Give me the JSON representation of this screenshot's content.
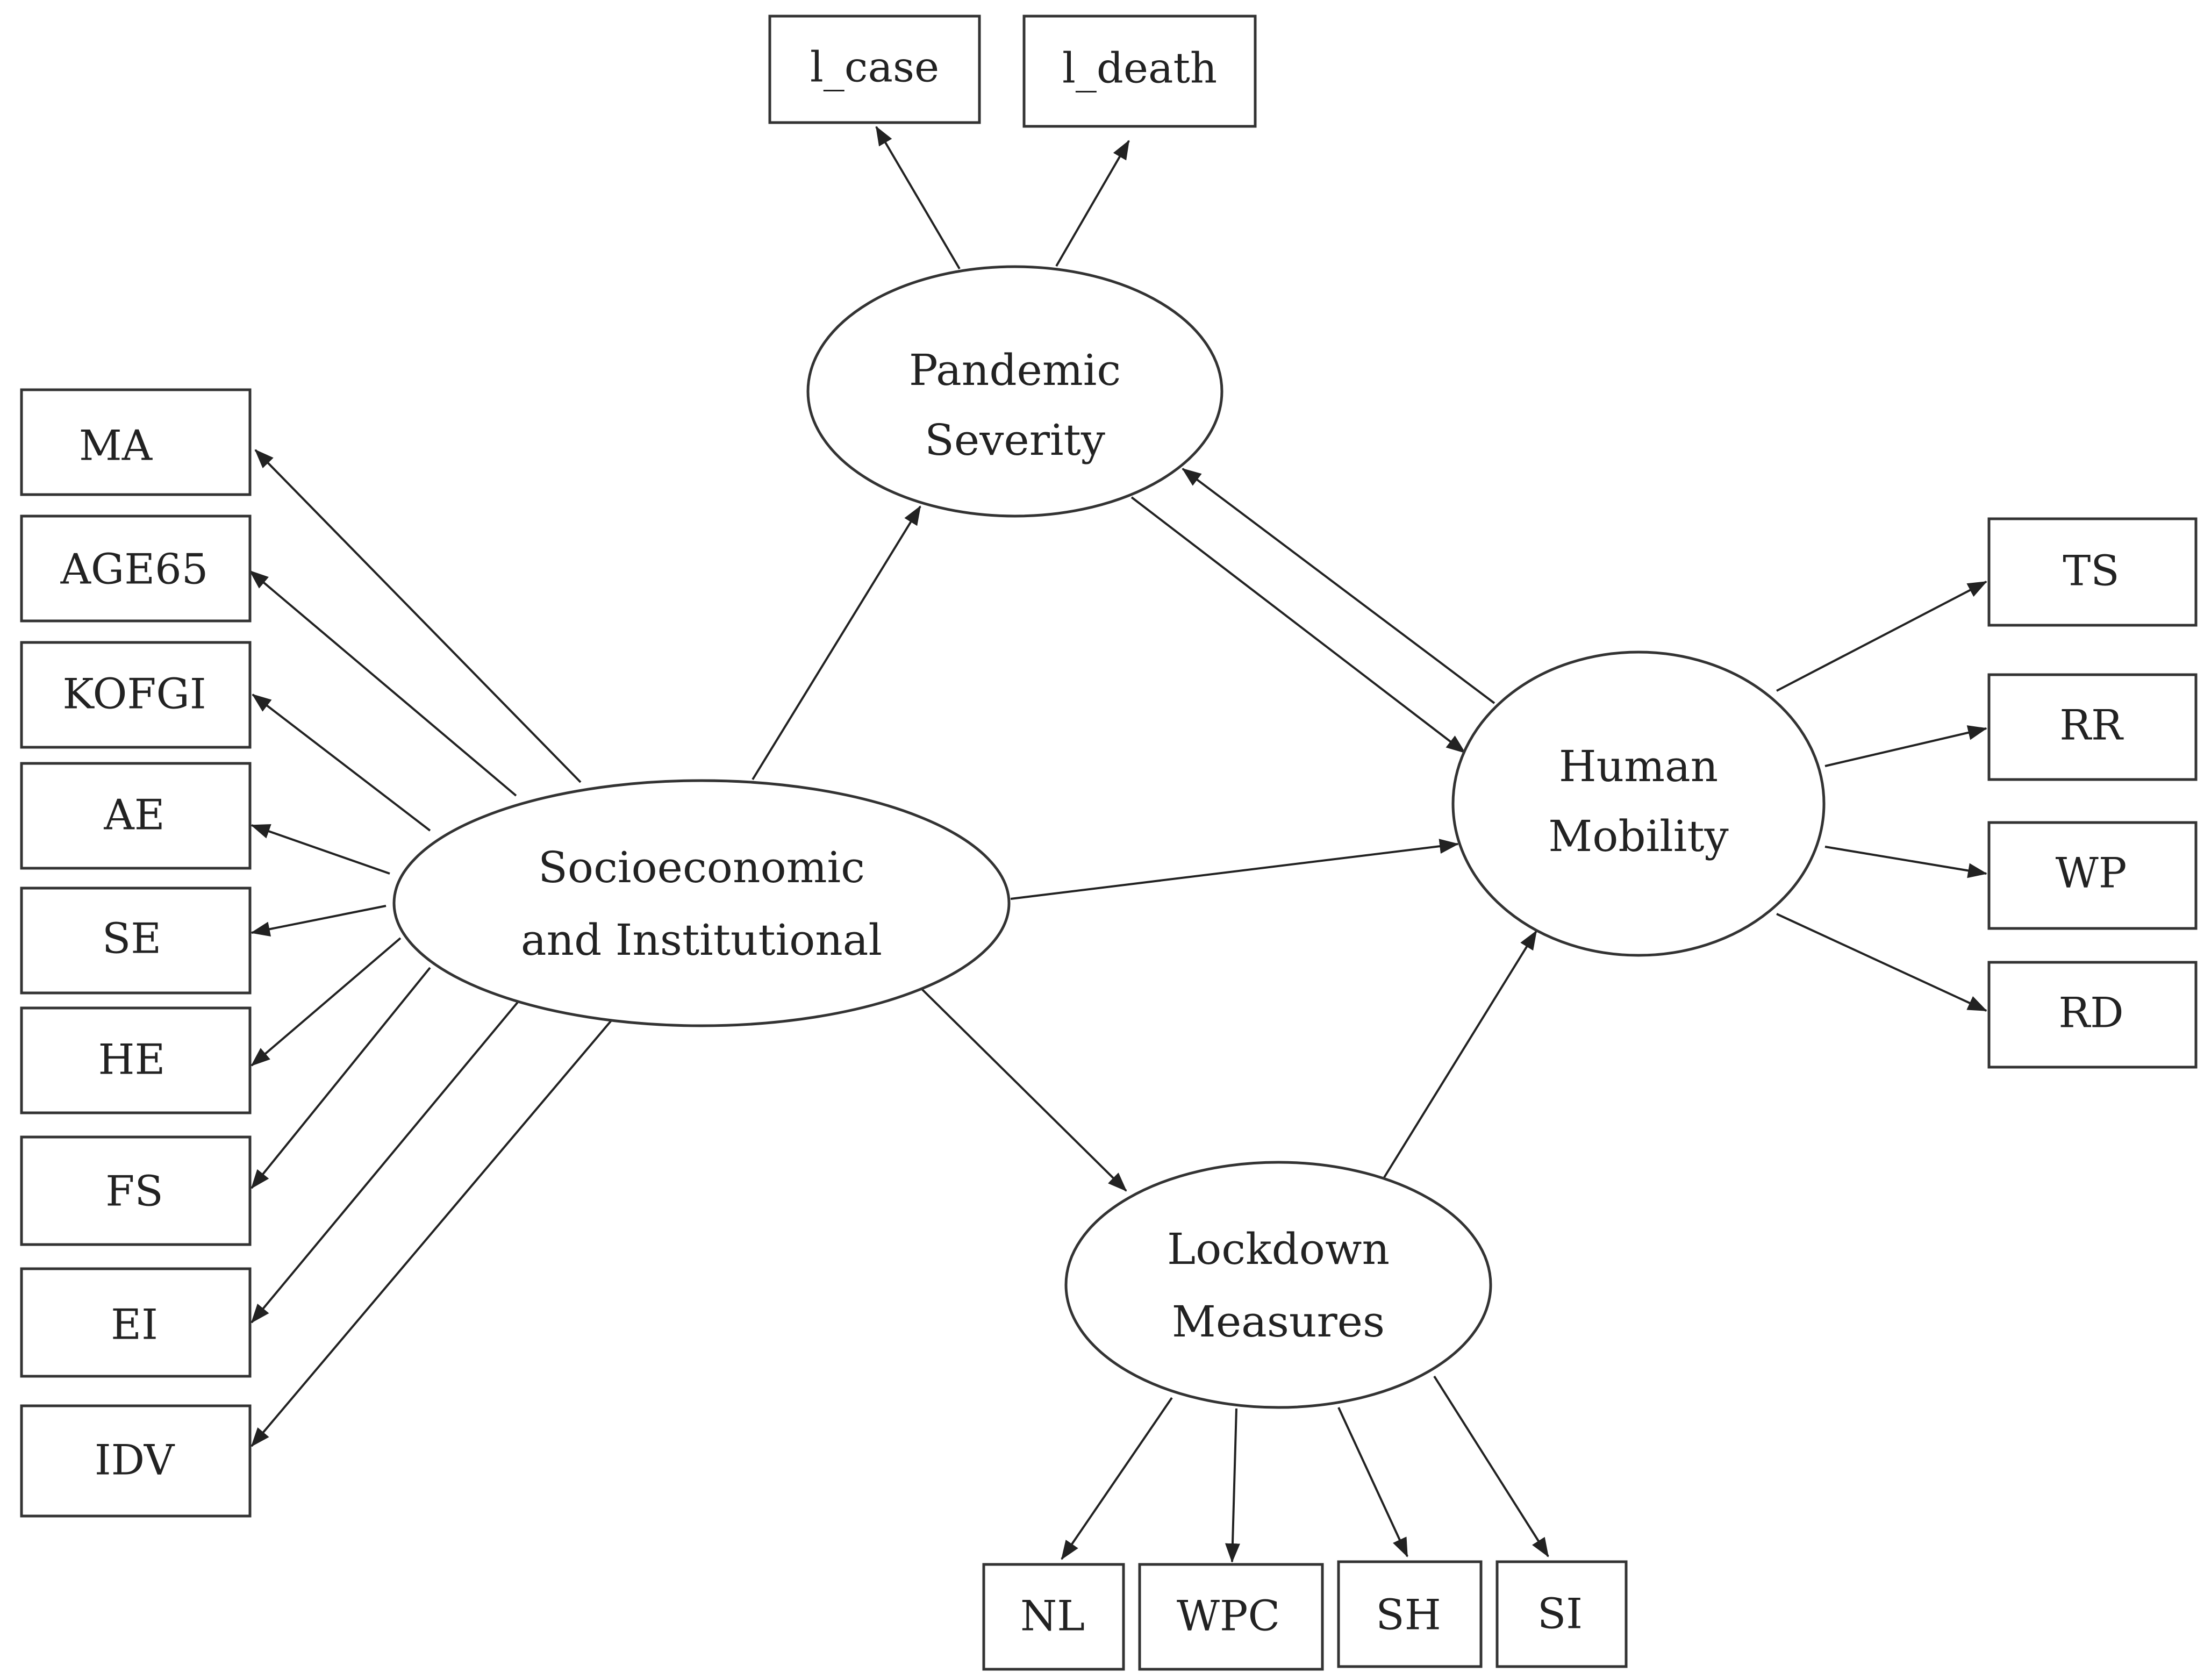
{
  "constructs": {
    "pandemic": {
      "line1": "Pandemic",
      "line2": "Severity"
    },
    "socio": {
      "line1": "Socioeconomic",
      "line2": "and Institutional"
    },
    "mobility": {
      "line1": "Human",
      "line2": "Mobility"
    },
    "lockdown": {
      "line1": "Lockdown",
      "line2": "Measures"
    }
  },
  "indicators": {
    "l_case": "l_case",
    "l_death": "l_death",
    "MA": "MA",
    "AGE65": "AGE65",
    "KOFGI": "KOFGI",
    "AE": "AE",
    "SE": "SE",
    "HE": "HE",
    "FS": "FS",
    "EI": "EI",
    "IDV": "IDV",
    "TS": "TS",
    "RR": "RR",
    "WP": "WP",
    "RD": "RD",
    "NL": "NL",
    "WPC": "WPC",
    "SH": "SH",
    "SI": "SI"
  },
  "colors": {
    "stroke": "#222222",
    "background": "#ffffff"
  }
}
